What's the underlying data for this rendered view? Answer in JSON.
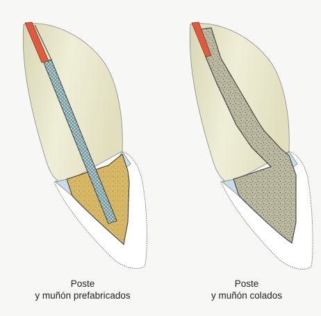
{
  "panels": [
    {
      "caption_line1": "Poste",
      "caption_line2": "y muñón prefabricados",
      "post_fill": "#a9c9cc",
      "core_fill": "#d4b463"
    },
    {
      "caption_line1": "Poste",
      "caption_line2": "y muñón colados",
      "post_fill": "#bdbaa4",
      "core_fill": "#bdbaa4"
    }
  ],
  "colors": {
    "crown": "#e4e2c6",
    "root": "#ffffff",
    "gutta_percha": "#e05a3e",
    "enamel_cervical": "#c9dcea"
  }
}
